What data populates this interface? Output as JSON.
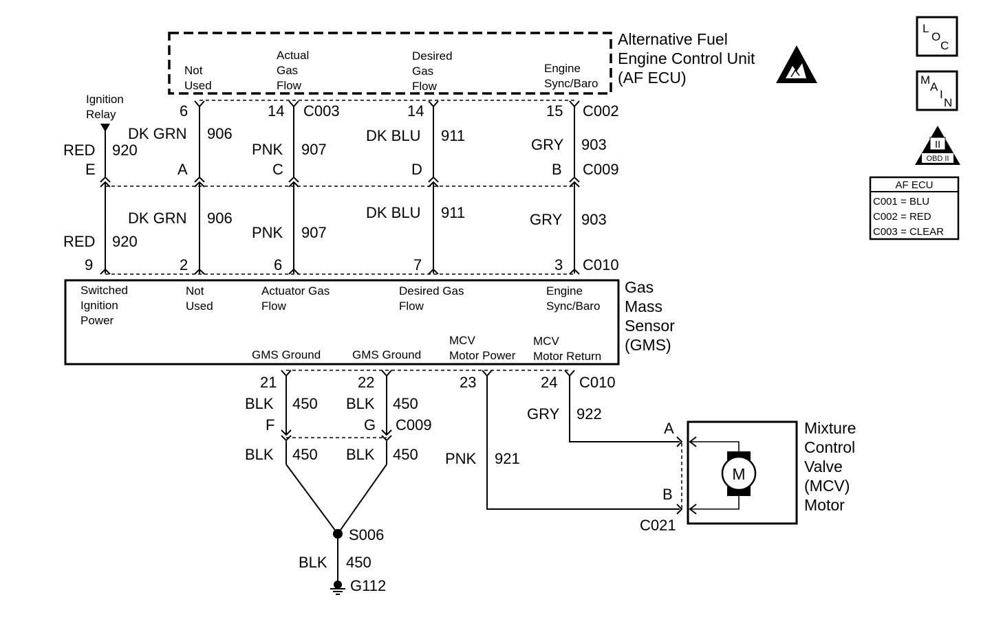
{
  "af_ecu": {
    "title": [
      "Alternative Fuel",
      "Engine Control Unit",
      "(AF ECU)"
    ],
    "pins": [
      {
        "label": [
          "Not",
          "Used"
        ],
        "pin": "6"
      },
      {
        "label": [
          "Actual",
          "Gas",
          "Flow"
        ],
        "pin": "14",
        "connector": "C003"
      },
      {
        "label": [
          "Desired",
          "Gas",
          "Flow"
        ],
        "pin": "14"
      },
      {
        "label": [
          "Engine",
          "Sync/Baro"
        ],
        "pin": "15",
        "connector": "C002"
      }
    ]
  },
  "ignition_relay": [
    "Ignition",
    "Relay"
  ],
  "wires_upper": [
    {
      "color": "RED",
      "circuit": "920",
      "pin": "E"
    },
    {
      "color": "DK GRN",
      "circuit": "906",
      "pin": "A"
    },
    {
      "color": "PNK",
      "circuit": "907",
      "pin": "C"
    },
    {
      "color": "DK BLU",
      "circuit": "911",
      "pin": "D"
    },
    {
      "color": "GRY",
      "circuit": "903",
      "pin": "B",
      "connector": "C009"
    }
  ],
  "wires_lower": [
    {
      "color": "RED",
      "circuit": "920",
      "pin": "9"
    },
    {
      "color": "DK GRN",
      "circuit": "906",
      "pin": "2"
    },
    {
      "color": "PNK",
      "circuit": "907",
      "pin": "6"
    },
    {
      "color": "DK BLU",
      "circuit": "911",
      "pin": "7"
    },
    {
      "color": "GRY",
      "circuit": "903",
      "pin": "3",
      "connector": "C010"
    }
  ],
  "gms": {
    "title": [
      "Gas",
      "Mass",
      "Sensor",
      "(GMS)"
    ],
    "top_labels": [
      [
        "Switched",
        "Ignition",
        "Power"
      ],
      [
        "Not",
        "Used"
      ],
      [
        "Actuator Gas",
        "Flow"
      ],
      [
        "Desired Gas",
        "Flow"
      ],
      [
        "Engine",
        "Sync/Baro"
      ]
    ],
    "bottom_labels": [
      [
        "GMS Ground"
      ],
      [
        "GMS Ground"
      ],
      [
        "MCV",
        "Motor Power"
      ],
      [
        "MCV",
        "Motor Return"
      ]
    ],
    "bottom_pins": [
      "21",
      "22",
      "23",
      "24"
    ],
    "bottom_connector": "C010"
  },
  "ground_wires": [
    {
      "color": "BLK",
      "circuit": "450",
      "pin": "F",
      "color2": "BLK",
      "circuit2": "450"
    },
    {
      "color": "BLK",
      "circuit": "450",
      "pin": "G",
      "connector": "C009",
      "color2": "BLK",
      "circuit2": "450"
    }
  ],
  "mcv_wires": [
    {
      "color": "PNK",
      "circuit": "921"
    },
    {
      "color": "GRY",
      "circuit": "922"
    }
  ],
  "splice": "S006",
  "ground_run": {
    "color": "BLK",
    "circuit": "450"
  },
  "ground": "G112",
  "mcv": {
    "title": [
      "Mixture",
      "Control",
      "Valve",
      "(MCV)",
      "Motor"
    ],
    "pin_a": "A",
    "pin_b": "B",
    "connector": "C021",
    "motor_symbol": "M"
  },
  "badges": {
    "loc": [
      "L",
      "O",
      "C"
    ],
    "main": [
      "M",
      "A",
      "I",
      "N"
    ],
    "obd": [
      "II",
      "OBD II"
    ]
  },
  "legend": {
    "title": "AF ECU",
    "rows": [
      "C001 = BLU",
      "C002 = RED",
      "C003 = CLEAR"
    ]
  }
}
